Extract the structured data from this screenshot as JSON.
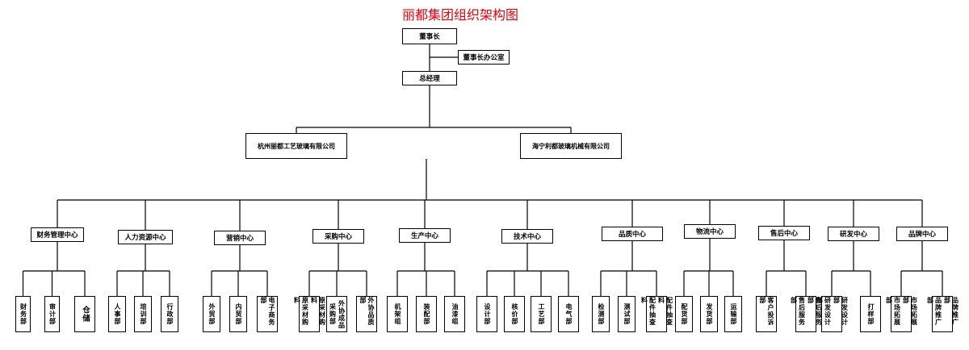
{
  "title": "丽都集团组织架构图",
  "colors": {
    "title": "#e8000c",
    "line": "#000000",
    "box_border": "#000000"
  },
  "chairman": "董事长",
  "chairman_office": "董事长办公室",
  "general_manager": "总经理",
  "companies": [
    "杭州丽都工艺玻璃有限公司",
    "海宁利都玻璃机械有限公司"
  ],
  "centers": [
    {
      "label": "财务管理中心",
      "departments": [
        [
          "财务部"
        ],
        [
          "审计部"
        ],
        [
          "仓储"
        ]
      ]
    },
    {
      "label": "人力资源中心",
      "departments": [
        [
          "人事部"
        ],
        [
          "培训部"
        ],
        [
          "行政部"
        ]
      ]
    },
    {
      "label": "营销中心",
      "departments": [
        [
          "外贸部"
        ],
        [
          "内贸部"
        ],
        [
          "电子商务部"
        ]
      ]
    },
    {
      "label": "采购中心",
      "departments": [
        [
          "原采材购料",
          "原采材购料"
        ],
        [
          "外协成品",
          "采购部"
        ],
        [
          "外协品质部"
        ]
      ]
    },
    {
      "label": "生产中心",
      "departments": [
        [
          "机架组"
        ],
        [
          "装配部"
        ],
        [
          "油漆组"
        ]
      ]
    },
    {
      "label": "技术中心",
      "departments": [
        [
          "设计部"
        ],
        [
          "核价部"
        ],
        [
          "工艺部"
        ],
        [
          "电气部"
        ]
      ]
    },
    {
      "label": "品质中心",
      "departments": [
        [
          "检测部"
        ],
        [
          "测试部"
        ],
        [
          "配件抽查料",
          "配件抽查料"
        ]
      ]
    },
    {
      "label": "物流中心",
      "departments": [
        [
          "配货部"
        ],
        [
          "发货部"
        ],
        [
          "运输部"
        ]
      ]
    },
    {
      "label": "售后中心",
      "departments": [
        [
          "客户投诉部"
        ],
        [
          "售后服务部",
          "售后服务部"
        ]
      ]
    },
    {
      "label": "研发中心",
      "departments": [
        [
          "研发设计部",
          "研发设计部"
        ],
        [
          "打样部"
        ]
      ]
    },
    {
      "label": "品牌中心",
      "departments": [
        [
          "市场拓展部",
          "市场拓展部"
        ],
        [
          "品牌推广部",
          "品牌推广部"
        ]
      ]
    }
  ]
}
